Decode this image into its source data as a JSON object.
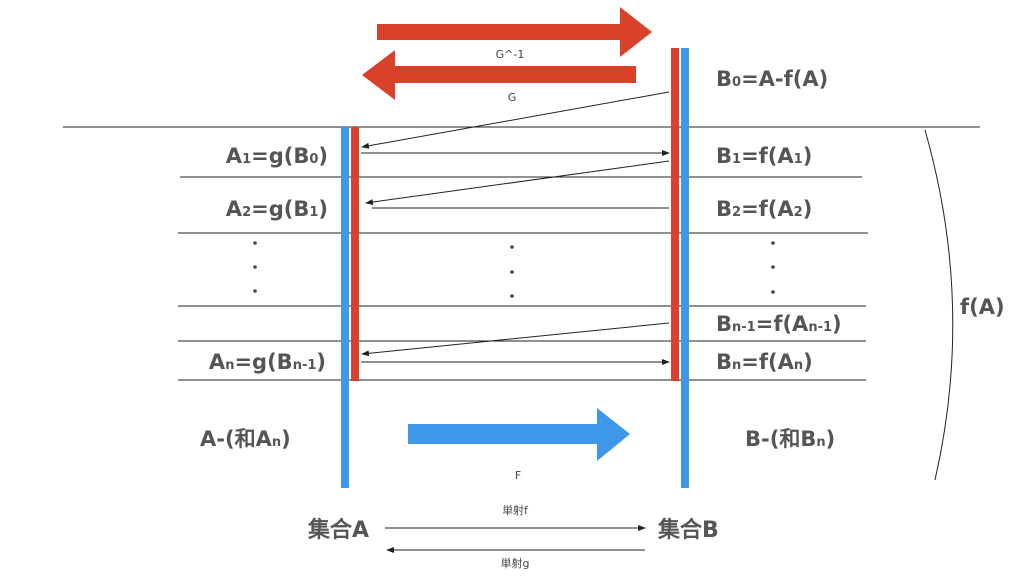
{
  "colors": {
    "red": "#d9412b",
    "blue": "#3f97ea",
    "text": "#555555"
  },
  "top_arrows": {
    "g_inverse": "G^-1",
    "g": "G"
  },
  "left_labels": [
    {
      "main": "A",
      "sub": "1",
      "rest": "=g(B",
      "sub2": "0",
      "end": ")"
    },
    {
      "main": "A",
      "sub": "2",
      "rest": "=g(B",
      "sub2": "1",
      "end": ")"
    },
    {
      "main": "A",
      "sub": "n",
      "rest": "=g(B",
      "sub2": "n-1",
      "end": ")"
    }
  ],
  "right_labels": [
    {
      "main": "B",
      "sub": "0",
      "rest": "=A-f(A)",
      "sub2": "",
      "end": ""
    },
    {
      "main": "B",
      "sub": "1",
      "rest": "=f(A",
      "sub2": "1",
      "end": ")"
    },
    {
      "main": "B",
      "sub": "2",
      "rest": "=f(A",
      "sub2": "2",
      "end": ")"
    },
    {
      "main": "B",
      "sub": "n-1",
      "rest": "=f(A",
      "sub2": "n-1",
      "end": ")"
    },
    {
      "main": "B",
      "sub": "n",
      "rest": "=f(A",
      "sub2": "n",
      "end": ")"
    }
  ],
  "dot": "·",
  "remainder_a": {
    "pre": "A-(和A",
    "sub": "n",
    "end": ")"
  },
  "remainder_b": {
    "pre": "B-(和B",
    "sub": "n",
    "end": ")"
  },
  "blue_arrow_label": "F",
  "brace_label": "f(A)",
  "set_a": "集合A",
  "set_b": "集合B",
  "injection_f": "単射f",
  "injection_g": "単射g"
}
